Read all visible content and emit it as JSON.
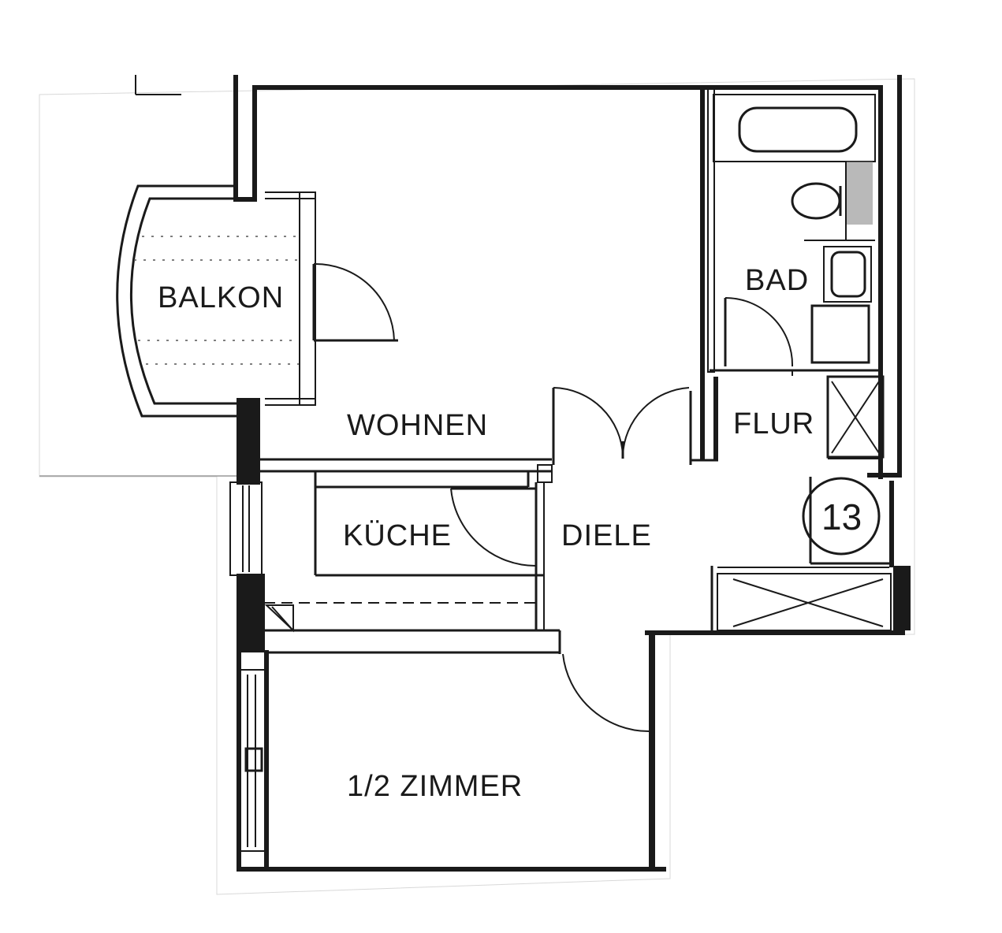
{
  "rooms": {
    "balkon": "BALKON",
    "wohnen": "WOHNEN",
    "bad": "BAD",
    "flur": "FLUR",
    "kueche": "KÜCHE",
    "diele": "DIELE",
    "zimmer": "1/2 ZIMMER"
  },
  "unit_number": "13"
}
